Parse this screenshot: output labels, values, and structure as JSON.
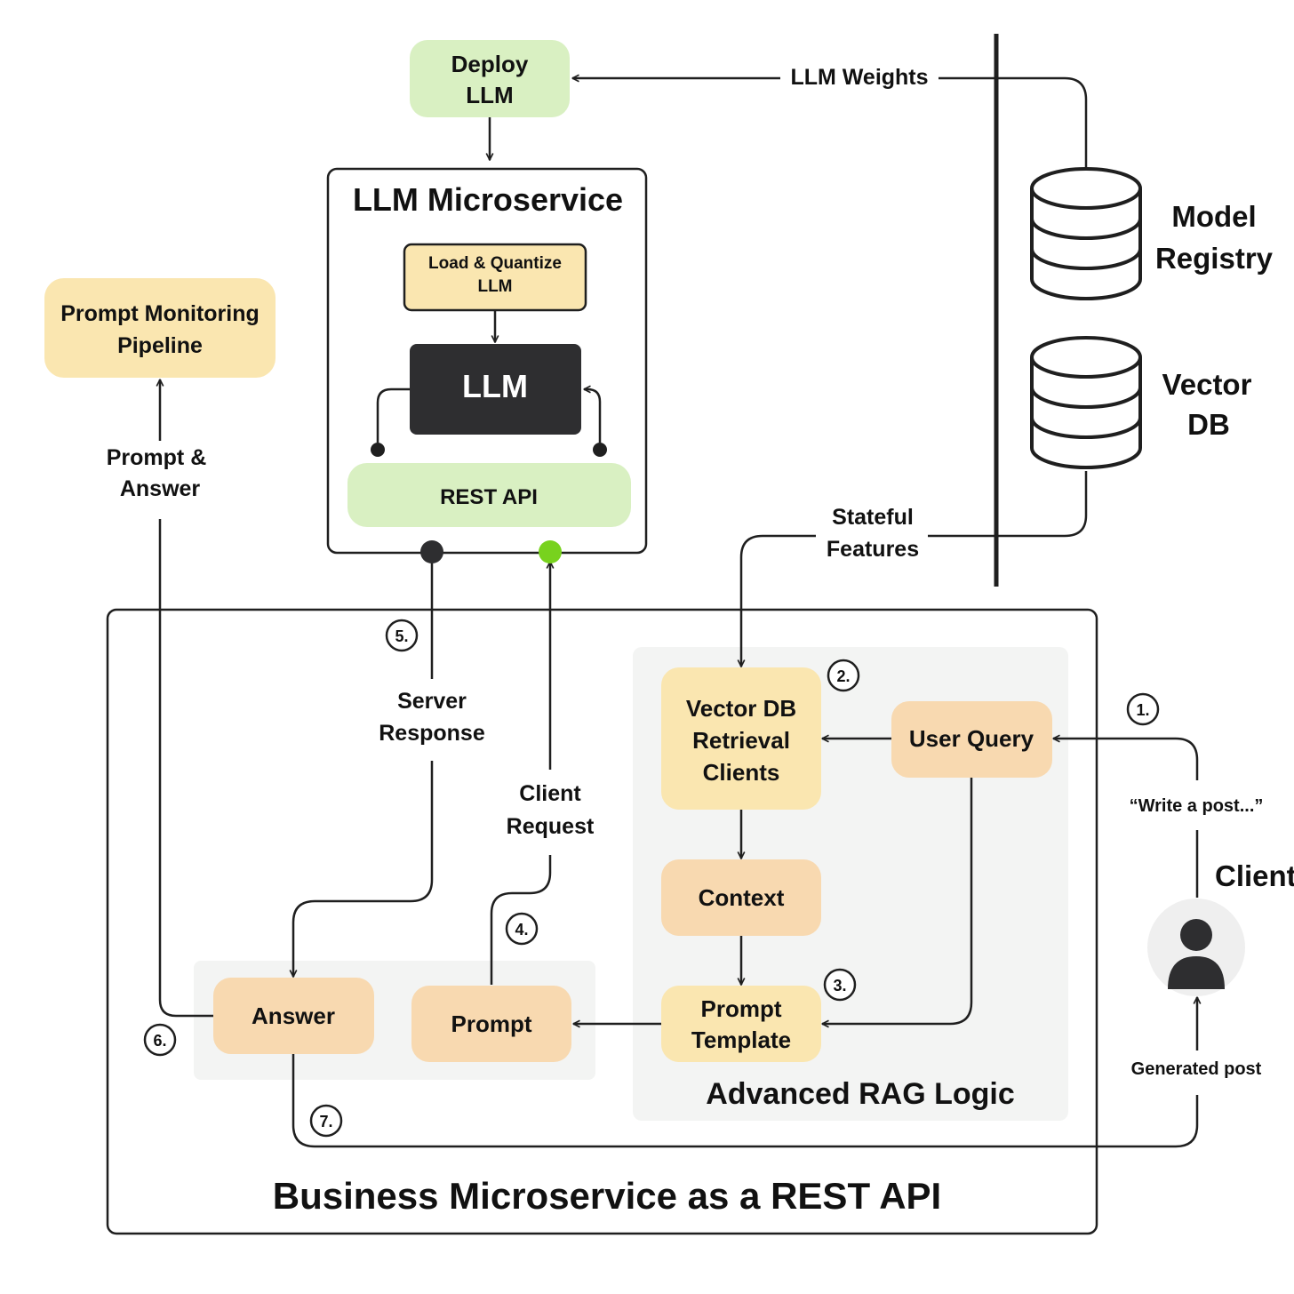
{
  "nodes": {
    "deploy_llm": [
      "Deploy",
      "LLM"
    ],
    "llm_microservice_title": "LLM Microservice",
    "load_quantize": [
      "Load & Quantize",
      "LLM"
    ],
    "llm": "LLM",
    "rest_api": "REST API",
    "prompt_monitoring": [
      "Prompt Monitoring",
      "Pipeline"
    ],
    "model_registry": [
      "Model",
      "Registry"
    ],
    "vector_db": [
      "Vector",
      "DB"
    ],
    "vector_db_retrieval": [
      "Vector DB",
      "Retrieval",
      "Clients"
    ],
    "user_query": "User Query",
    "context": "Context",
    "prompt_template": [
      "Prompt",
      "Template"
    ],
    "prompt": "Prompt",
    "answer": "Answer",
    "client": "Client",
    "advanced_rag_title": "Advanced RAG Logic",
    "business_title": "Business Microservice as a REST API"
  },
  "edge_labels": {
    "llm_weights": "LLM Weights",
    "stateful_features": [
      "Stateful",
      "Features"
    ],
    "prompt_answer": [
      "Prompt &",
      "Answer"
    ],
    "server_response": [
      "Server",
      "Response"
    ],
    "client_request": [
      "Client",
      "Request"
    ],
    "write_a_post": "“Write a post...”",
    "generated_post": "Generated post"
  },
  "steps": [
    "1.",
    "2.",
    "3.",
    "4.",
    "5.",
    "6.",
    "7."
  ],
  "colors": {
    "green_box": "#d9f0c2",
    "yellow_box": "#fae6b0",
    "orange_box": "#f8d9b0",
    "dark_box": "#2e2e30",
    "panel_bg": "#f3f4f3",
    "green_dot": "#78d21e",
    "line": "#1f1f1f"
  }
}
